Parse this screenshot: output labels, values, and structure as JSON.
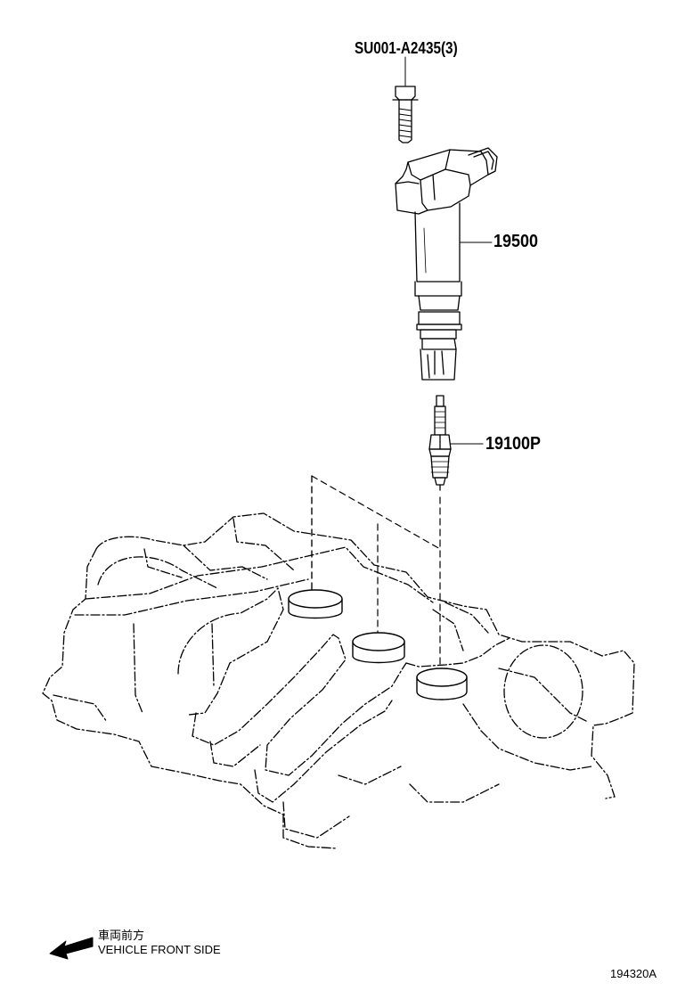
{
  "parts": {
    "bolt": "SU001-A2435(3)",
    "ignition_coil": "19500",
    "spark_plug": "19100P"
  },
  "direction": {
    "jp": "車両前方",
    "en": "VEHICLE FRONT SIDE"
  },
  "figure_id": "194320A"
}
